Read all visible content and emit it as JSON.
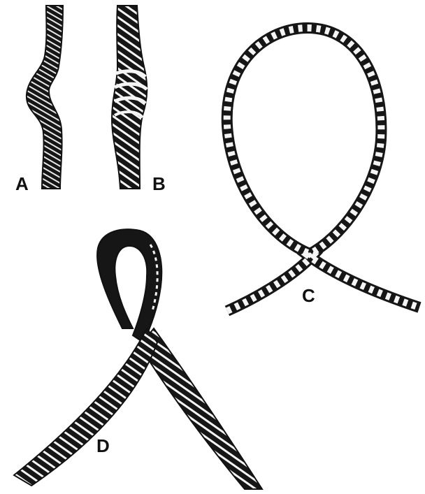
{
  "figure": {
    "labels": {
      "a": "A",
      "b": "B",
      "c": "C",
      "d": "D"
    },
    "colors": {
      "rope_dark": "#161616",
      "rope_light": "#f4f4f4",
      "background": "#ffffff"
    }
  }
}
